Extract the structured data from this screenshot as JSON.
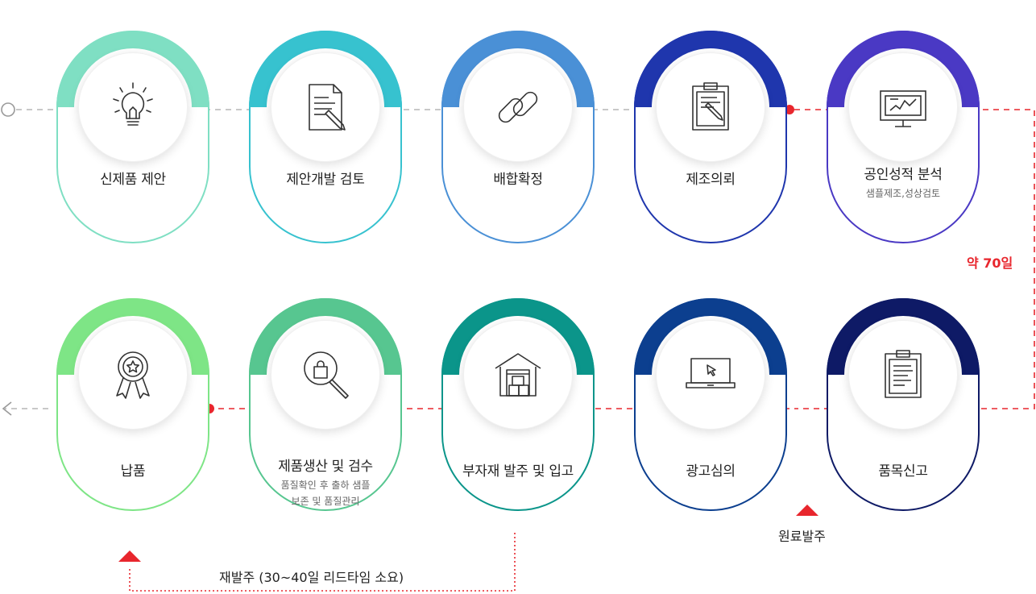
{
  "steps": [
    {
      "label": "신제품 제안",
      "sub": "",
      "color": "#7fdfc3",
      "icon": "lightbulb-icon"
    },
    {
      "label": "제안개발 검토",
      "sub": "",
      "color": "#37c2cf",
      "icon": "document-pen-icon"
    },
    {
      "label": "배합확정",
      "sub": "",
      "color": "#4a90d6",
      "icon": "chain-link-icon"
    },
    {
      "label": "제조의뢰",
      "sub": "",
      "color": "#1f36ad",
      "icon": "clipboard-pen-icon"
    },
    {
      "label": "공인성적 분석",
      "sub": "샘플제조,성상검토",
      "color": "#4a39c4",
      "icon": "monitor-chart-icon"
    },
    {
      "label": "품목신고",
      "sub": "",
      "color": "#0e1a66",
      "icon": "clipboard-list-icon"
    },
    {
      "label": "광고심의",
      "sub": "",
      "color": "#0c3f8f",
      "icon": "laptop-cursor-icon"
    },
    {
      "label": "부자재 발주 및 입고",
      "sub": "",
      "color": "#0b958a",
      "icon": "warehouse-icon"
    },
    {
      "label": "제품생산 및 검수",
      "sub": "품질확인 후 출하 샘플\n보존 및 품질관리",
      "color": "#57c690",
      "icon": "magnifier-bag-icon"
    },
    {
      "label": "납품",
      "sub": "",
      "color": "#7ee586",
      "icon": "award-ribbon-icon"
    }
  ],
  "annotations": {
    "duration": "약 70일",
    "raw_material_order": "원료발주",
    "reorder": "재발주 (30~40일 리드타임 소요)"
  },
  "colors": {
    "accent_red": "#e8262d",
    "dash_gray": "#b5b5b5"
  }
}
